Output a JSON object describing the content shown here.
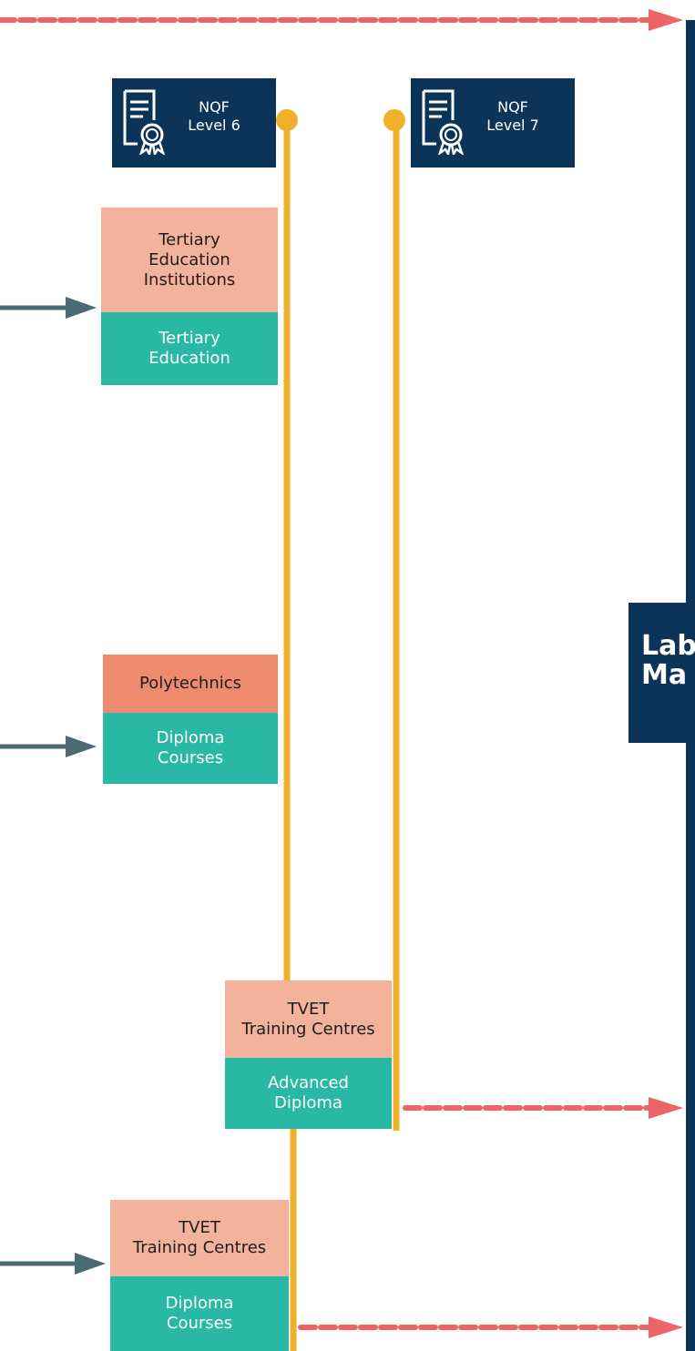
{
  "nqf": [
    {
      "line1": "NQF",
      "line2": "Level 6"
    },
    {
      "line1": "NQF",
      "line2": "Level 7"
    }
  ],
  "boxes": {
    "tertiary_top": "Tertiary\nEducation\nInstitutions",
    "tertiary_bottom": "Tertiary\nEducation",
    "poly_top": "Polytechnics",
    "poly_bottom": "Diploma\nCourses",
    "tvet1_top": "TVET\nTraining Centres",
    "tvet1_bottom": "Advanced\nDiploma",
    "tvet2_top": "TVET\nTraining Centres",
    "tvet2_bottom": "Diploma\nCourses"
  },
  "labour_market": "Lab\nMa",
  "colors": {
    "navy": "#0c3358",
    "gold": "#efb02c",
    "pink": "#f2b29c",
    "salmon": "#ee8a6d",
    "teal": "#29b8a4",
    "dashed_red": "#ee6466",
    "arrow_slate": "#4a6b74"
  },
  "icons": [
    "certificate-icon",
    "certificate-icon"
  ]
}
